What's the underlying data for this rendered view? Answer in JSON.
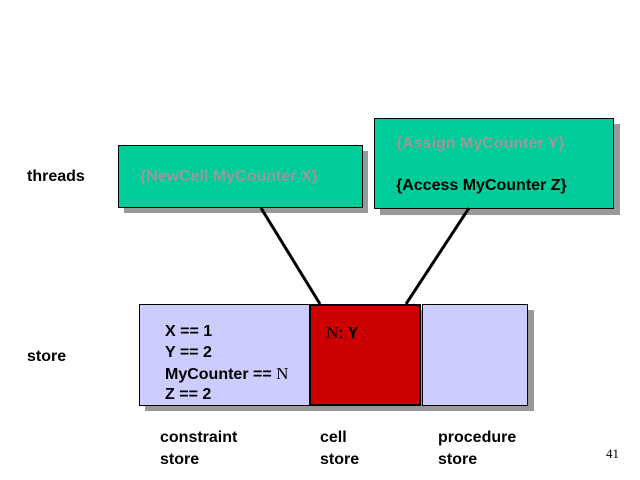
{
  "row_labels": {
    "threads": "threads",
    "store": "store"
  },
  "threads": [
    {
      "lines": [
        {
          "text": "{NewCell MyCounter X}",
          "state": "faded"
        }
      ]
    },
    {
      "lines": [
        {
          "text": "{Assign MyCounter Y}",
          "state": "faded"
        },
        {
          "text": "{Access MyCounter Z}",
          "state": "active"
        }
      ]
    }
  ],
  "constraint_store": {
    "bindings": [
      {
        "lhs": "X == ",
        "rhs": "1"
      },
      {
        "lhs": "Y == ",
        "rhs": "2"
      },
      {
        "lhs": "MyCounter == ",
        "rhs": "N"
      },
      {
        "lhs": "Z == ",
        "rhs": "2"
      }
    ]
  },
  "cell_store": {
    "cells": [
      {
        "name": "N",
        "sep": ": ",
        "value": "Y"
      }
    ]
  },
  "procedure_store": {
    "entries": []
  },
  "store_labels": {
    "constraint": [
      "constraint",
      "store"
    ],
    "cell": [
      "cell",
      "store"
    ],
    "procedure": [
      "procedure",
      "store"
    ]
  },
  "page_number": "41",
  "colors": {
    "thread_fill": "#00cc99",
    "constraint_fill": "#ccccff",
    "cell_fill": "#cc0000",
    "procedure_fill": "#ccccff",
    "shadow": "#999999",
    "faded_text": "#999999"
  }
}
